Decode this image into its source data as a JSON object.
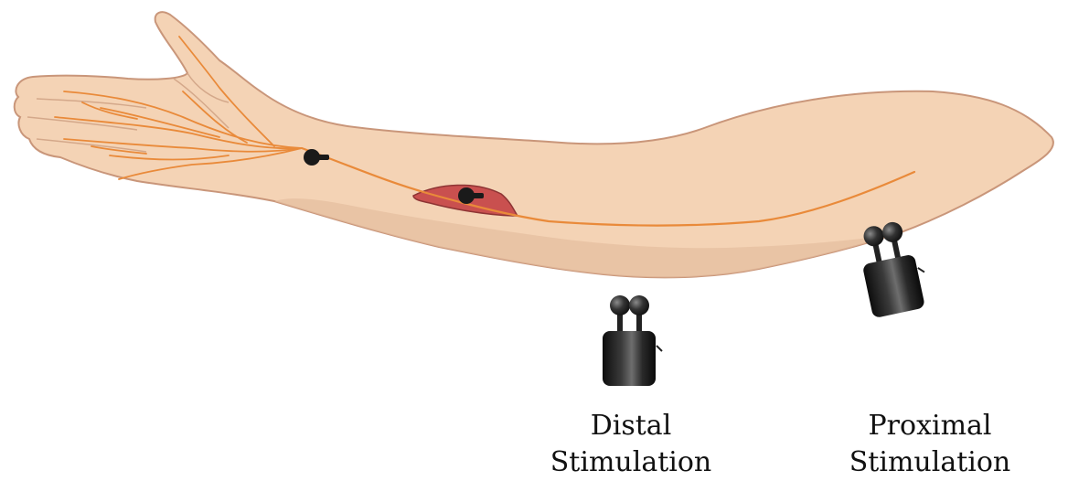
{
  "labels": {
    "distal": {
      "line1": "Distal",
      "line2": "Stimulation"
    },
    "proximal": {
      "line1": "Proximal",
      "line2": "Stimulation"
    }
  },
  "colors": {
    "skin": "#f4d3b5",
    "skin_shadow": "#e6bfa0",
    "skin_outline": "#c9967a",
    "nerve": "#e98a3a",
    "muscle": "#c9504f",
    "electrode": "#1a1a1a"
  },
  "icons": [
    "arm-illustration",
    "recording-electrode-icon",
    "stimulator-probe-icon"
  ]
}
